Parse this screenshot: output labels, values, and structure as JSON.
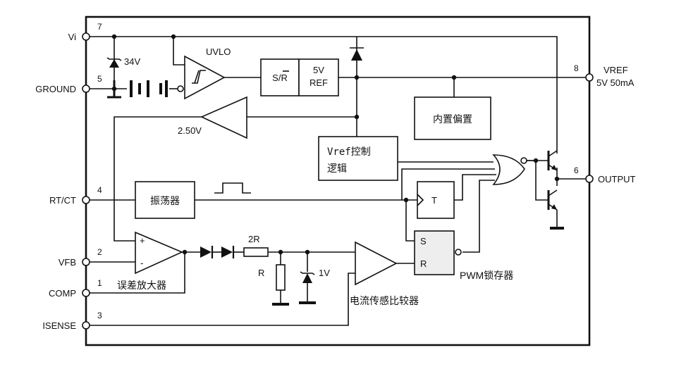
{
  "pins": {
    "vi": {
      "name": "Vi",
      "number": "7"
    },
    "ground": {
      "name": "GROUND",
      "number": "5"
    },
    "rtct": {
      "name": "RT/CT",
      "number": "4"
    },
    "vfb": {
      "name": "VFB",
      "number": "2"
    },
    "comp": {
      "name": "COMP",
      "number": "1"
    },
    "isense": {
      "name": "ISENSE",
      "number": "3"
    },
    "vref": {
      "name": "VREF",
      "number": "8",
      "rating": "5V 50mA"
    },
    "output": {
      "name": "OUTPUT",
      "number": "6"
    }
  },
  "blocks": {
    "zener_34v": "34V",
    "uvlo": "UVLO",
    "sr": "S/R",
    "ref_line1": "5V",
    "ref_line2": "REF",
    "internal_bias": "内置偏置",
    "ref_2v5": "2.50V",
    "vref_logic_line1": "Vref控制",
    "vref_logic_line2": "逻辑",
    "oscillator": "振荡器",
    "flipflop_t": "T",
    "latch_s": "S",
    "latch_r": "R",
    "latch_name": "PWM锁存器",
    "error_amp": "误差放大器",
    "resistor_2r": "2R",
    "resistor_r": "R",
    "zener_1v": "1V",
    "current_comp": "电流传感比较器",
    "amp_plus": "+",
    "amp_minus": "-"
  }
}
